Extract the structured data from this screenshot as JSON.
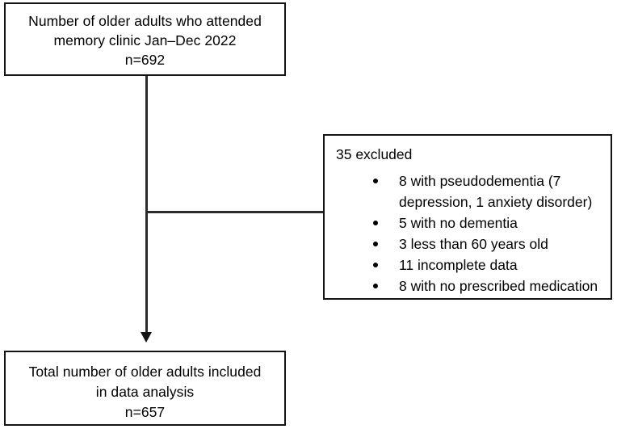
{
  "figure": {
    "type": "flowchart",
    "orientation": "vertical-with-side-branch"
  },
  "boxes": {
    "enrolled": {
      "name": "enrolled-box",
      "lines": [
        "Number of older adults who attended",
        "memory clinic Jan–Dec 2022",
        "n=692"
      ],
      "count_label": "n=692",
      "count": 692
    },
    "excluded": {
      "name": "excluded-box",
      "heading": "35 excluded",
      "total_excluded": 35,
      "reasons": [
        {
          "lines": [
            "8 with pseudodementia (7",
            "depression, 1 anxiety disorder)"
          ],
          "text": "8 with pseudodementia (7 depression, 1 anxiety disorder)",
          "count": 8
        },
        {
          "lines": [
            "5 with no dementia"
          ],
          "text": "5 with no dementia",
          "count": 5
        },
        {
          "lines": [
            "3 less than 60 years old"
          ],
          "text": "3 less than 60 years old",
          "count": 3
        },
        {
          "lines": [
            "11 incomplete data"
          ],
          "text": "11 incomplete data",
          "count": 11
        },
        {
          "lines": [
            "8 with no prescribed medication"
          ],
          "text": "8 with no prescribed medication",
          "count": 8
        }
      ]
    },
    "included": {
      "name": "included-box",
      "lines": [
        "Total number of older adults included",
        "in data analysis",
        "n=657"
      ],
      "count_label": "n=657",
      "count": 657
    }
  },
  "colors": {
    "box_border": "#141414",
    "connector": "#2b2b2b",
    "text": "#000000",
    "background": "#ffffff"
  }
}
